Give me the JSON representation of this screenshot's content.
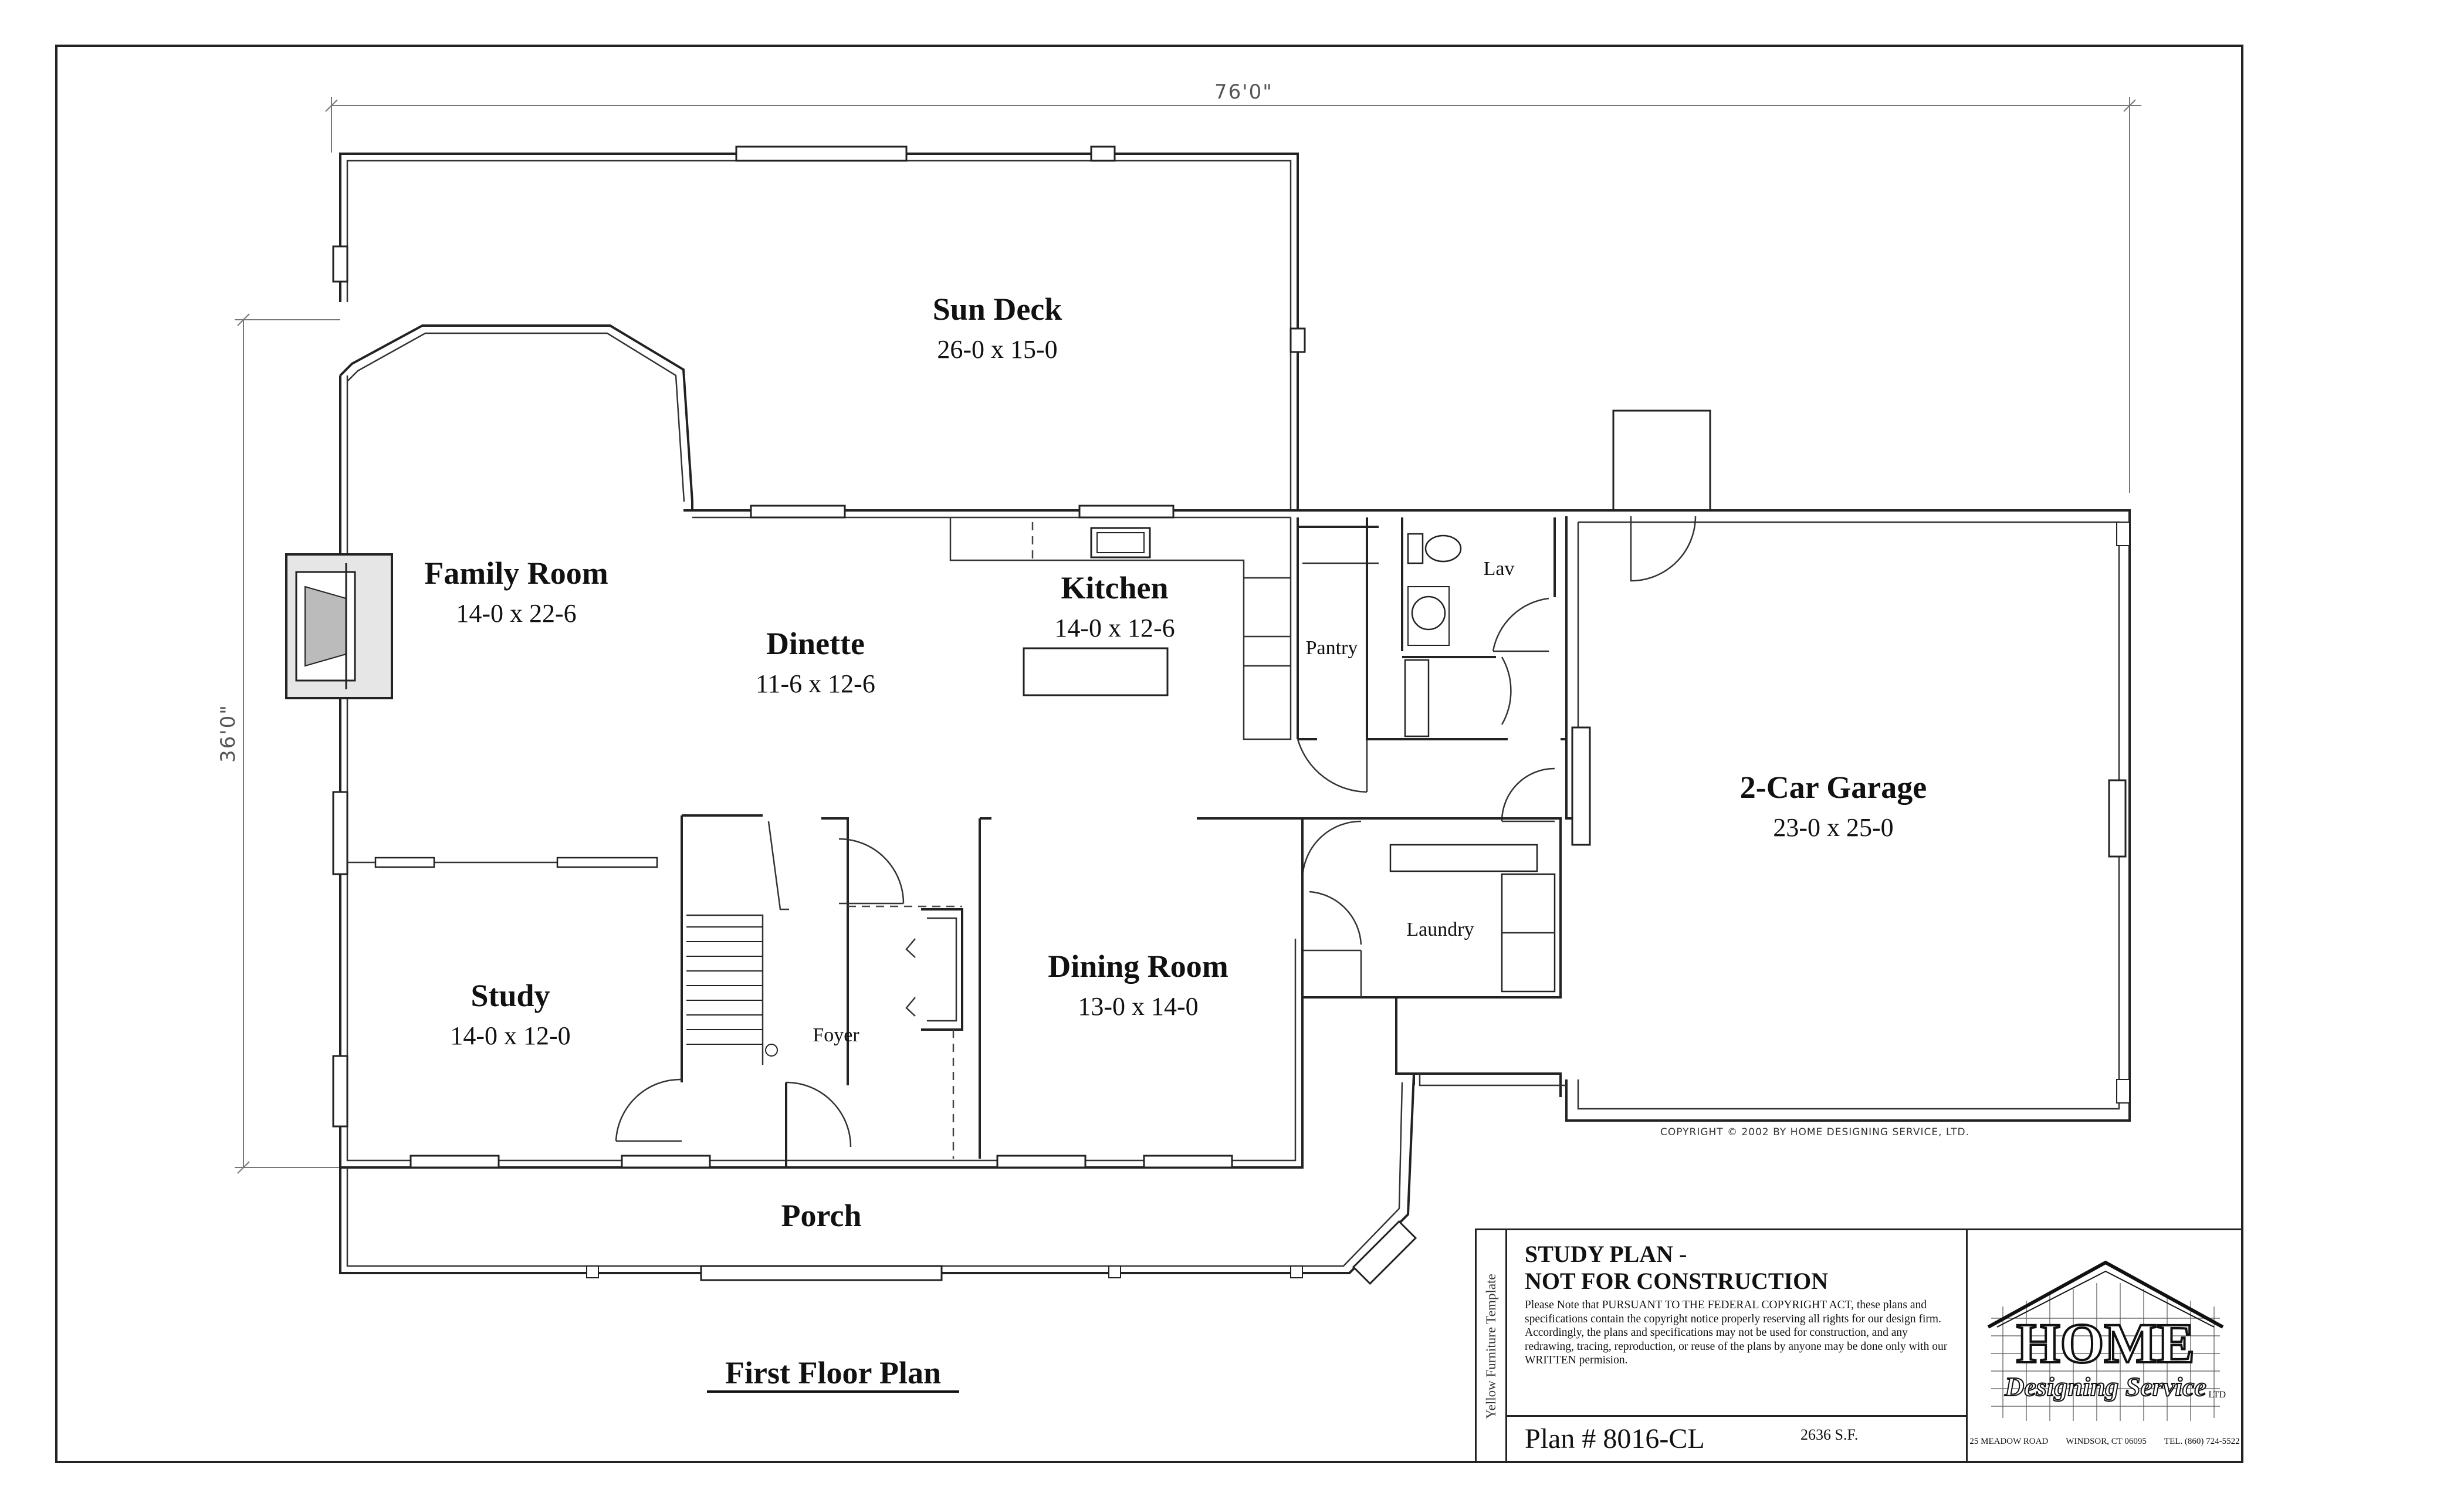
{
  "plan_title": "First Floor Plan",
  "dimensions": {
    "overall_width": "76'0\"",
    "overall_depth": "36'0\""
  },
  "rooms": {
    "sun_deck": {
      "name": "Sun Deck",
      "size": "26-0 x 15-0"
    },
    "family_room": {
      "name": "Family Room",
      "size": "14-0 x 22-6"
    },
    "dinette": {
      "name": "Dinette",
      "size": "11-6 x 12-6"
    },
    "kitchen": {
      "name": "Kitchen",
      "size": "14-0 x 12-6"
    },
    "pantry": {
      "name": "Pantry"
    },
    "lav": {
      "name": "Lav"
    },
    "garage": {
      "name": "2-Car Garage",
      "size": "23-0 x 25-0"
    },
    "laundry": {
      "name": "Laundry"
    },
    "study": {
      "name": "Study",
      "size": "14-0 x 12-0"
    },
    "foyer": {
      "name": "Foyer"
    },
    "dining_room": {
      "name": "Dining Room",
      "size": "13-0 x 14-0"
    },
    "porch": {
      "name": "Porch"
    }
  },
  "copyright": "COPYRIGHT  © 2002 BY HOME DESIGNING SERVICE, LTD.",
  "title_block": {
    "vertical_label": "Yellow Furniture Template",
    "heading_line1": "STUDY PLAN -",
    "heading_line2": "NOT FOR CONSTRUCTION",
    "notice": "Please Note that PURSUANT TO THE FEDERAL COPYRIGHT ACT, these plans and specifications contain the copyright notice properly reserving all rights for our design firm. Accordingly, the plans and specifications may not be used for construction, and any redrawing, tracing, reproduction, or reuse of the plans by anyone may be done only with our WRITTEN permision.",
    "plan_number": "Plan # 8016-CL",
    "area": "2636 S.F.",
    "logo_main": "HOME",
    "logo_sub": "Designing Service",
    "logo_suffix": "LTD",
    "address": "25 MEADOW ROAD",
    "city": "WINDSOR, CT 06095",
    "phone": "TEL. (860) 724-5522"
  }
}
